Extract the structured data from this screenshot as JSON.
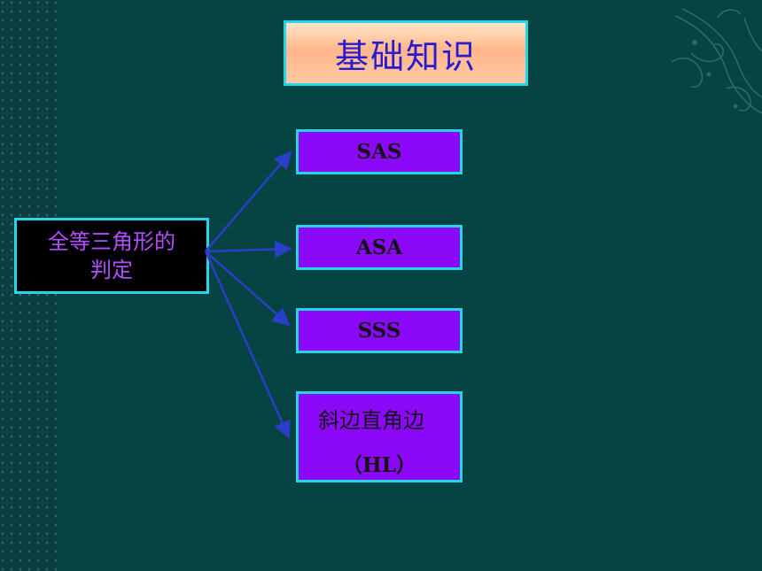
{
  "title": "基础知识",
  "root": {
    "line1": "全等三角形的",
    "line2": "判定"
  },
  "nodes": [
    {
      "label": "SAS"
    },
    {
      "label": "ASA"
    },
    {
      "label": "SSS"
    },
    {
      "line1": "斜边直角边",
      "line2": "（HL）"
    }
  ]
}
